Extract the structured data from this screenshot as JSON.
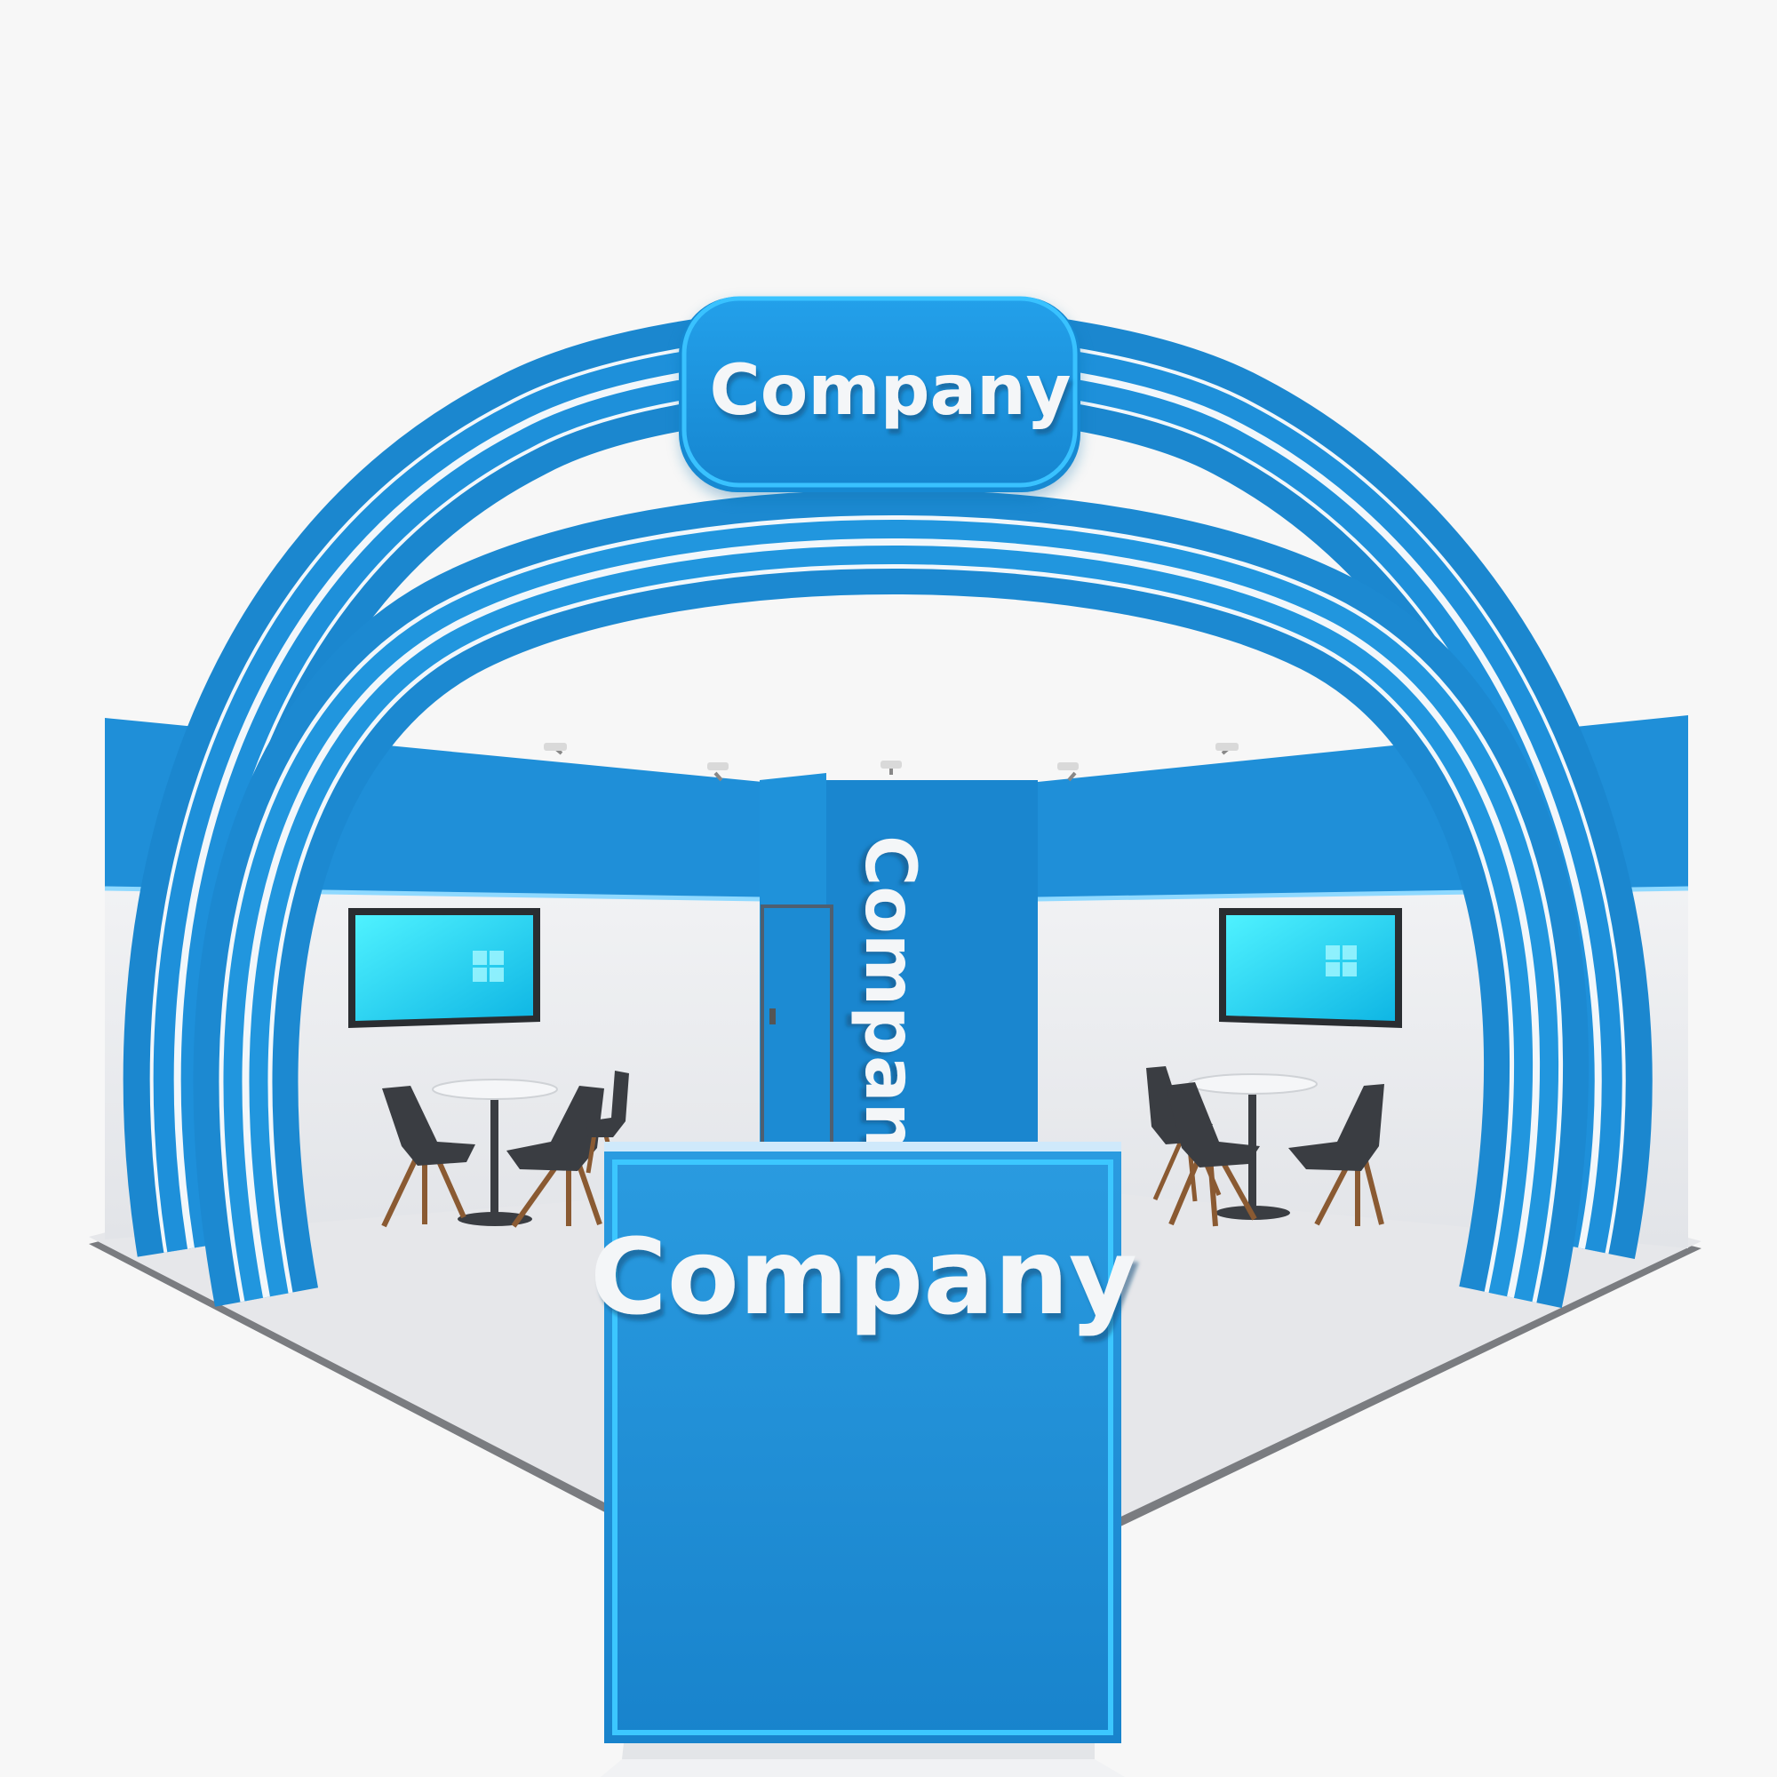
{
  "booth": {
    "top_sign_text": "Company",
    "tower_text": "Company",
    "counter_text": "Company"
  },
  "colors": {
    "background": "#f7f7f7",
    "brand_blue": "#1f8fd8",
    "brand_blue_dark": "#1577b9",
    "glow_blue": "#2fb8ff",
    "wall_white": "#eceef1",
    "floor": "#e6e7ea",
    "floor_edge": "#7a7c80",
    "screen_cyan": "#19d6f0",
    "chair": "#3a3d42",
    "wood": "#8a5a32"
  },
  "icons": {
    "screen_logo": "windows-logo-icon",
    "spotlight": "spotlight-icon"
  }
}
